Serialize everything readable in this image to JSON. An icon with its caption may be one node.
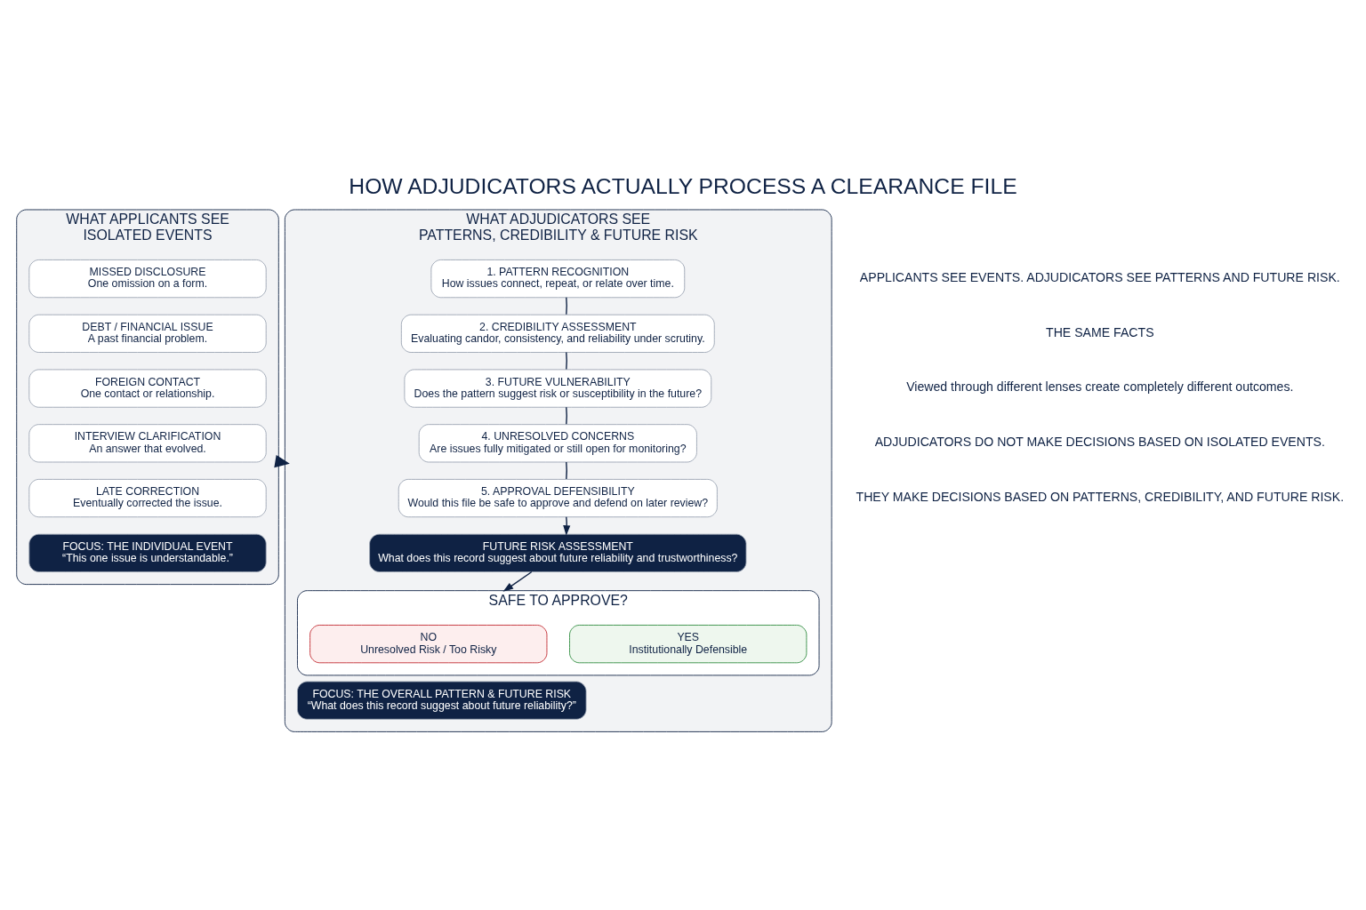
{
  "diagram": {
    "title": "HOW ADJUDICATORS ACTUALLY PROCESS A CLEARANCE FILE",
    "nodes": [
      {
        "text": [
          "WHAT APPLICANTS SEE",
          "ISOLATED EVENTS"
        ]
      },
      {
        "text": [
          "MISSED DISCLOSURE",
          "One omission on a form."
        ],
        "in": 0
      },
      {
        "text": [
          "DEBT / FINANCIAL ISSUE",
          "A past financial problem."
        ],
        "in": 0
      },
      {
        "text": [
          "FOREIGN CONTACT",
          "One contact or relationship."
        ],
        "in": 0
      },
      {
        "text": [
          "INTERVIEW CLARIFICATION",
          "An answer that evolved."
        ],
        "in": 0
      },
      {
        "text": [
          "LATE CORRECTION",
          "Eventually corrected the issue."
        ],
        "in": 0
      },
      {
        "text": [
          "FOCUS: THE INDIVIDUAL EVENT",
          "“This one issue is understandable.”"
        ],
        "in": 0
      },
      {
        "text": [
          "WHAT ADJUDICATORS SEE",
          "PATTERNS, CREDIBILITY & FUTURE RISK"
        ]
      },
      {
        "text": [
          "1. PATTERN RECOGNITION",
          "How issues connect, repeat, or relate over time."
        ],
        "in": 7
      },
      {
        "text": [
          "2. CREDIBILITY ASSESSMENT",
          "Evaluating candor, consistency, and reliability under scrutiny."
        ],
        "in": 7
      },
      {
        "text": [
          "3. FUTURE VULNERABILITY",
          "Does the pattern suggest risk or susceptibility in the future?"
        ],
        "in": 7
      },
      {
        "text": [
          "4. UNRESOLVED CONCERNS",
          "Are issues fully mitigated or still open for monitoring?"
        ],
        "in": 7
      },
      {
        "text": [
          "5. APPROVAL DEFENSIBILITY",
          "Would this file be safe to approve and defend on later review?"
        ],
        "in": 7
      },
      {
        "text": [
          "FUTURE RISK ASSESSMENT",
          "What does this record suggest about future reliability and trustworthiness?"
        ],
        "in": 7
      },
      {
        "text": [
          "SAFE TO APPROVE?"
        ],
        "in": 7
      },
      {
        "text": [
          "YES",
          "Institutionally Defensible"
        ],
        "in": 14
      },
      {
        "text": [
          "NO",
          "Unresolved Risk / Too Risky"
        ],
        "in": 14
      },
      {
        "text": [
          "FOCUS: THE OVERALL PATTERN & FUTURE RISK",
          "“What does this record suggest about future reliability?”"
        ],
        "in": 7
      }
    ],
    "edges": [
      {
        "from": 0,
        "to": 7,
        "arrow": "to"
      },
      {
        "from": 8,
        "to": 9,
        "arrow": "none"
      },
      {
        "from": 9,
        "to": 10,
        "arrow": "none"
      },
      {
        "from": 10,
        "to": 11,
        "arrow": "none"
      },
      {
        "from": 11,
        "to": 12,
        "arrow": "none"
      },
      {
        "from": 12,
        "to": 13,
        "arrow": "to"
      },
      {
        "from": 13,
        "to": 14,
        "arrow": "to"
      }
    ],
    "labels": [
      "APPLICANTS SEE EVENTS. ADJUDICATORS SEE PATTERNS AND FUTURE RISK.",
      "THE SAME FACTS",
      "Viewed through different lenses create completely different outcomes.",
      "ADJUDICATORS DO NOT MAKE DECISIONS BASED ON ISOLATED EVENTS.",
      "THEY MAKE DECISIONS BASED ON PATTERNS, CREDIBILITY, AND FUTURE RISK."
    ]
  }
}
